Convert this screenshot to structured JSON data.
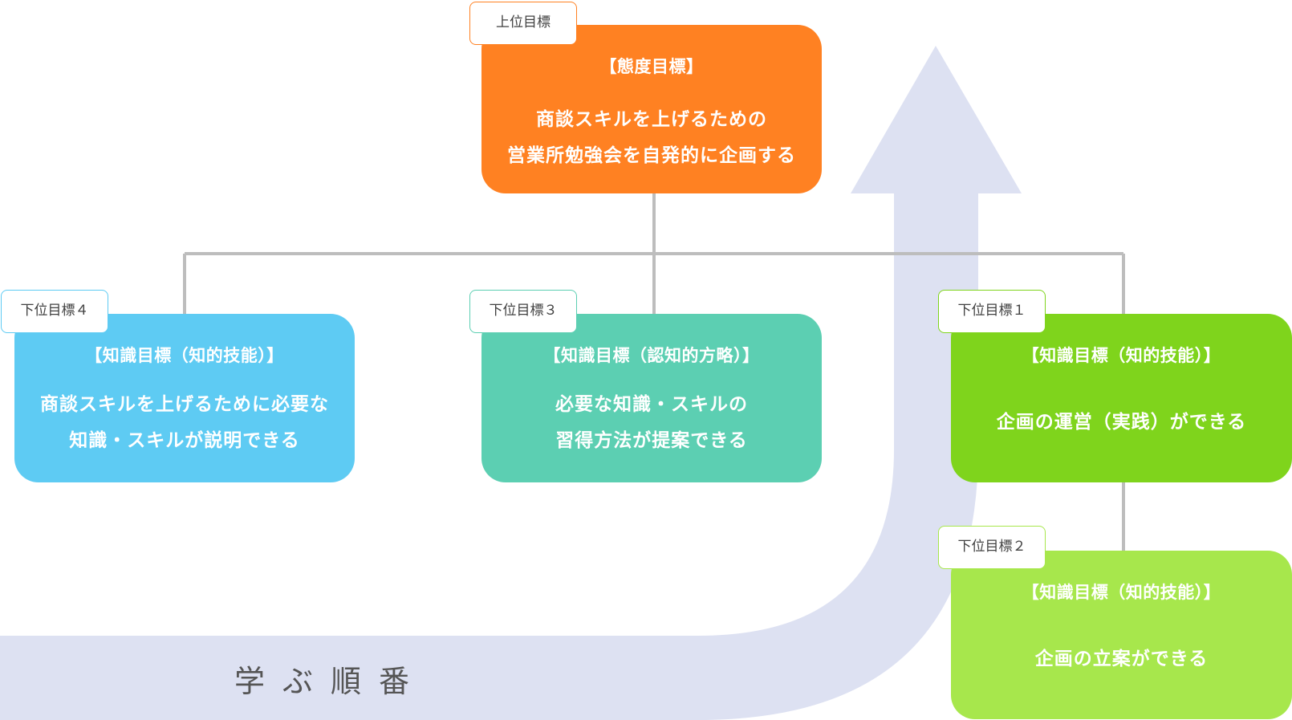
{
  "top": {
    "tag": "上位目標",
    "category": "【態度目標】",
    "lines": [
      "商談スキルを上げるための",
      "営業所勉強会を自発的に企画する"
    ]
  },
  "sub4": {
    "tag": "下位目標４",
    "category": "【知識目標（知的技能）】",
    "lines": [
      "商談スキルを上げるために必要な",
      "知識・スキルが説明できる"
    ]
  },
  "sub3": {
    "tag": "下位目標３",
    "category": "【知識目標（認知的方略）】",
    "lines": [
      "必要な知識・スキルの",
      "習得方法が提案できる"
    ]
  },
  "sub1": {
    "tag": "下位目標１",
    "category": "【知識目標（知的技能）】",
    "lines": [
      "企画の運営（実践）ができる"
    ]
  },
  "sub2": {
    "tag": "下位目標２",
    "category": "【知識目標（知的技能）】",
    "lines": [
      "企画の立案ができる"
    ]
  },
  "learning_order_label": "学ぶ順番",
  "colors": {
    "top": "#ff8122",
    "sub4": "#5ecbf3",
    "sub3": "#5ccfb2",
    "sub1": "#7fd41c",
    "sub2": "#a7e74c",
    "arrow": "#dde1f2",
    "connector": "#bdbdbd"
  }
}
